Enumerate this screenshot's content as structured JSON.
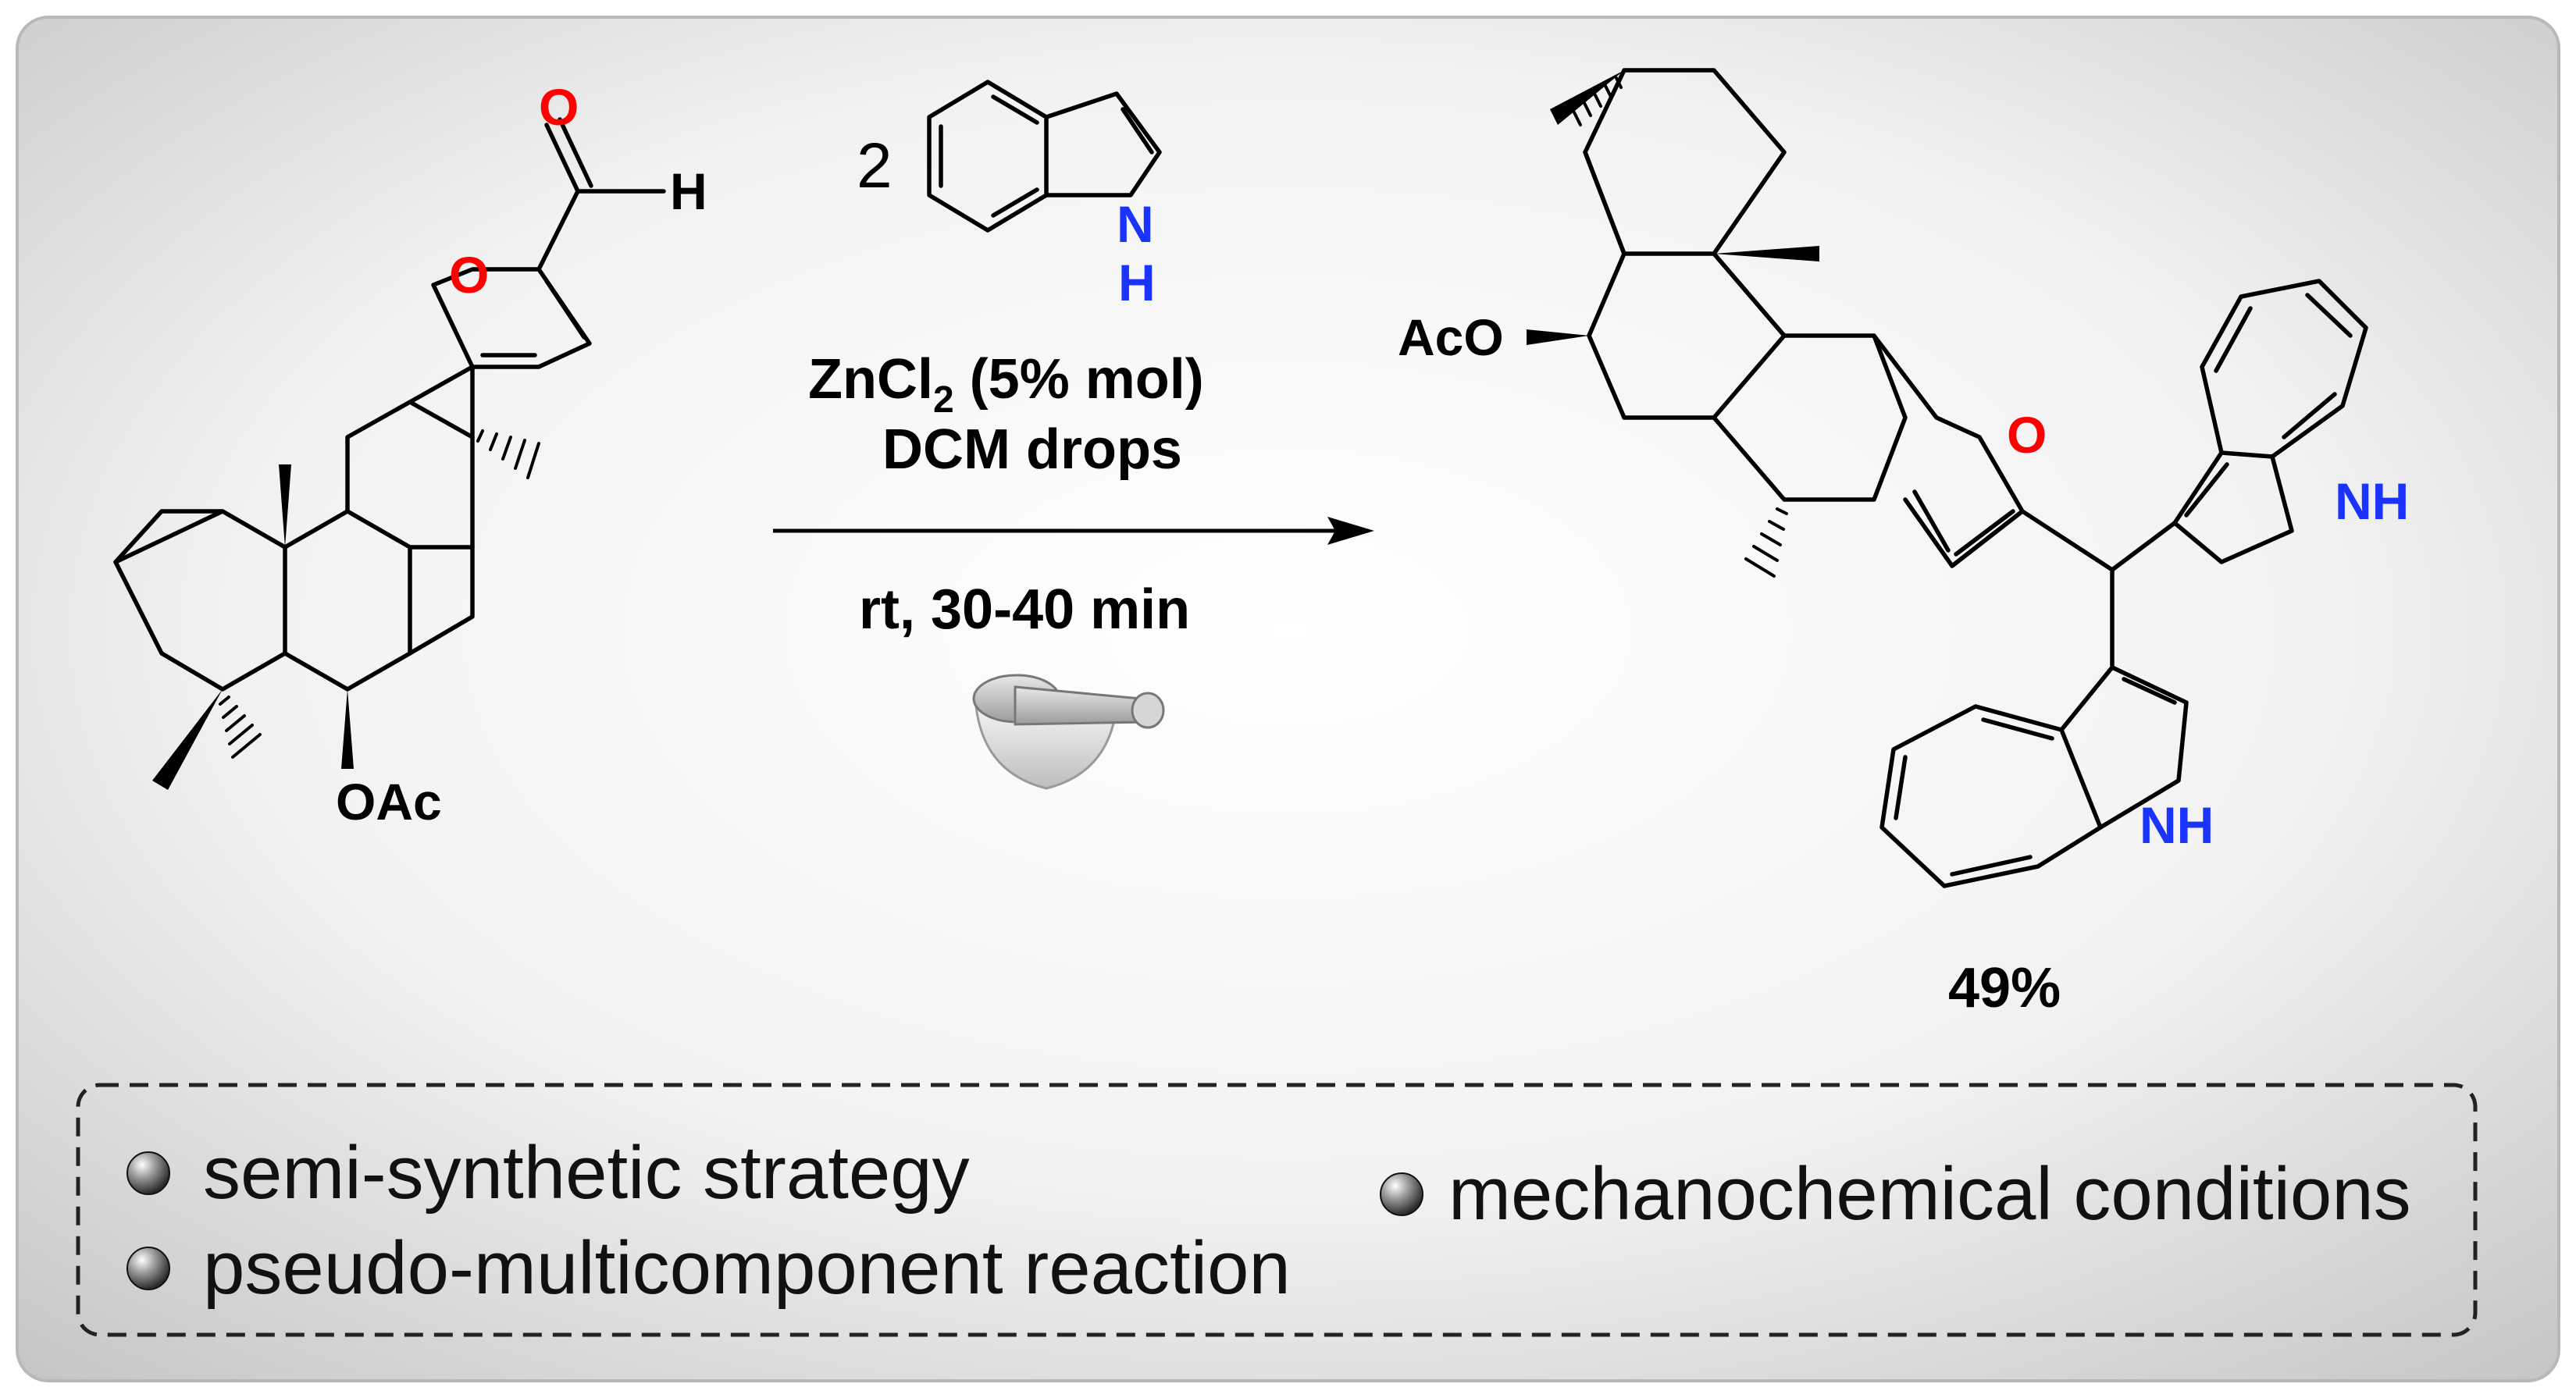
{
  "colors": {
    "oxygen": "#ff0000",
    "nitrogen": "#1a33ff",
    "background_edge": "#c6c6c6",
    "background_center": "#ffffff",
    "bond": "#000000"
  },
  "starting_material": {
    "aldehyde_O": "O",
    "aldehyde_H": "H",
    "furan_O": "O",
    "ester_label": "OAc"
  },
  "reagent": {
    "equivalents": "2",
    "indole_NH_N": "N",
    "indole_NH_H": "H"
  },
  "conditions": {
    "catalyst_prefix": "ZnCl",
    "catalyst_subscript": "2",
    "catalyst_loading": " (5% mol)",
    "solvent": "DCM drops",
    "time_temp": "rt, 30-40 min",
    "apparatus_icon": "mortar-and-pestle-icon"
  },
  "product": {
    "ester_label": "AcO",
    "furan_O": "O",
    "indole_NH_1": "NH",
    "indole_NH_2": "NH",
    "yield": "49%"
  },
  "features": [
    "semi-synthetic strategy",
    "pseudo-multicomponent reaction",
    "mechanochemical conditions"
  ]
}
